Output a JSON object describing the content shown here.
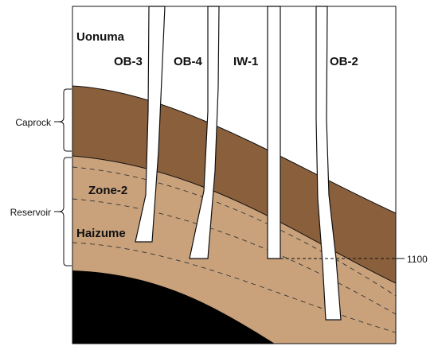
{
  "formations": {
    "top": "Uonuma",
    "zone": "Zone-2",
    "lower": "Haizume"
  },
  "wells": [
    {
      "name": "OB-3"
    },
    {
      "name": "OB-4"
    },
    {
      "name": "IW-1"
    },
    {
      "name": "OB-2"
    }
  ],
  "brackets": {
    "caprock": "Caprock",
    "reservoir": "Reservoir"
  },
  "depth_marker": "1100",
  "colors": {
    "caprock": "#8a5f3b",
    "reservoir": "#c9a27c",
    "basement": "#000000",
    "outline": "#111111"
  }
}
